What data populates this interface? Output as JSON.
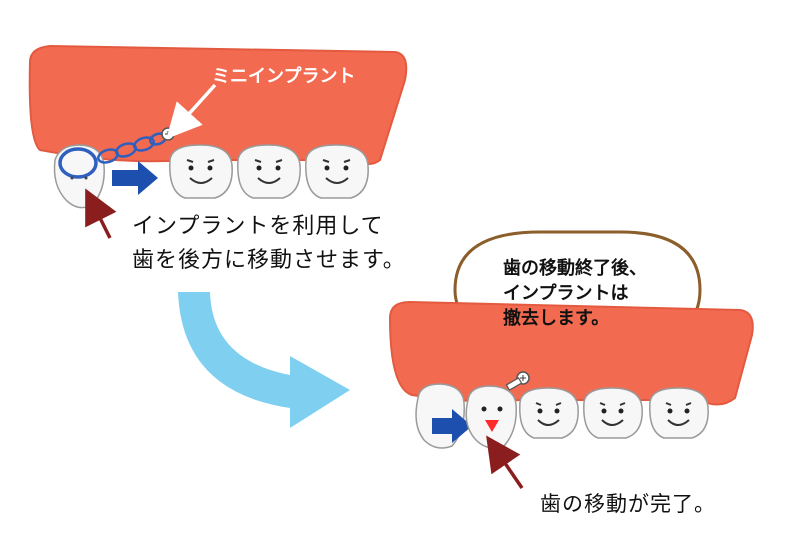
{
  "labels": {
    "mini_implant": "ミニインプラント",
    "step1_line1": "インプラントを利用して",
    "step1_line2": "歯を後方に移動させます。",
    "bubble_line1": "歯の移動終了後、",
    "bubble_line2": "インプラントは",
    "bubble_line3": "撤去します。",
    "step3": "歯の移動が完了。"
  },
  "colors": {
    "gum": "#f26a4f",
    "gum_edge": "#e35a40",
    "tooth": "#f7f7f7",
    "tooth_outline": "#9a9a9a",
    "blue_arrow": "#1c4fae",
    "red_arrow": "#8a1e1e",
    "curve_arrow": "#7fd0f0",
    "bubble_border": "#8b5e2b",
    "implant_chain": "#2f5fbf",
    "tongue": "#ff2a2a",
    "text": "#111111"
  },
  "icons": [
    "mini-implant-screw-icon",
    "elastic-chain-icon",
    "smiling-tooth-icon"
  ]
}
